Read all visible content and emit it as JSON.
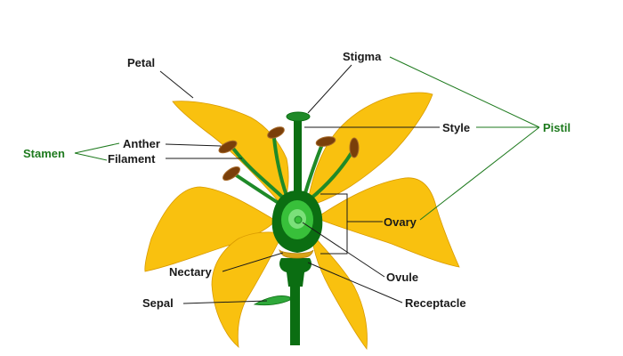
{
  "labels": {
    "petal": "Petal",
    "stigma": "Stigma",
    "style": "Style",
    "pistil": "Pistil",
    "stamen": "Stamen",
    "anther": "Anther",
    "filament": "Filament",
    "ovary": "Ovary",
    "ovule": "Ovule",
    "nectary": "Nectary",
    "receptacle": "Receptacle",
    "sepal": "Sepal"
  },
  "colors": {
    "petal_fill": "#f9c10f",
    "petal_stroke": "#d89a00",
    "dark_green": "#0b6e12",
    "mid_green": "#1f8a28",
    "light_green": "#38c03a",
    "pale_green": "#7be07a",
    "anther": "#7a3f0a",
    "nectary": "#d9a318",
    "group_label": "#1e7a1e"
  }
}
